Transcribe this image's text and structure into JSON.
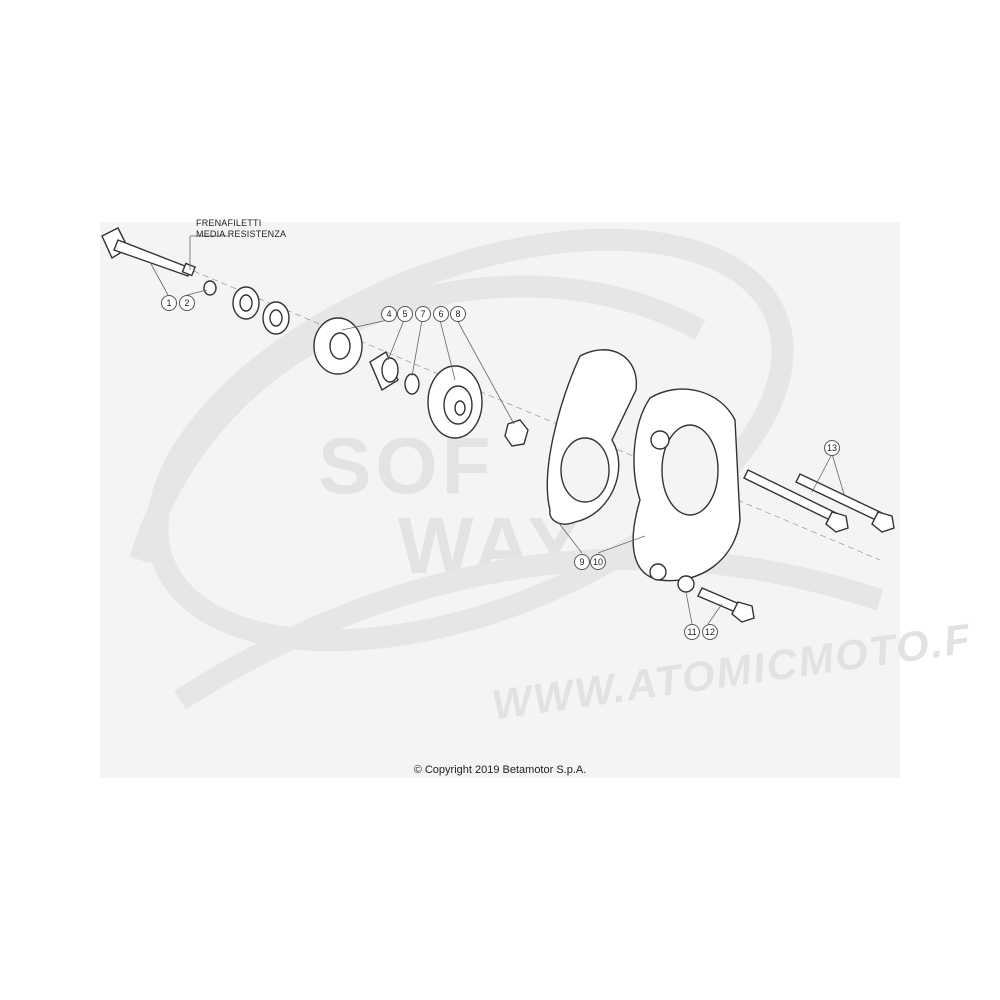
{
  "note": {
    "line1": "FRENAFILETTI",
    "line2": "MEDIA RESISTENZA"
  },
  "callouts": [
    "1",
    "2",
    "4",
    "5",
    "7",
    "6",
    "8",
    "9",
    "10",
    "11",
    "12",
    "13"
  ],
  "watermark": {
    "brand_top": "SOF",
    "brand_bottom": "WAY",
    "site": "WWW.ATOMICMOTO.F"
  },
  "footer": {
    "copyright": "© Copyright 2019 Betamotor S.p.A."
  },
  "colors": {
    "line": "#333333",
    "panel": "#f4f4f4",
    "watermark": "#e2e2e2"
  }
}
